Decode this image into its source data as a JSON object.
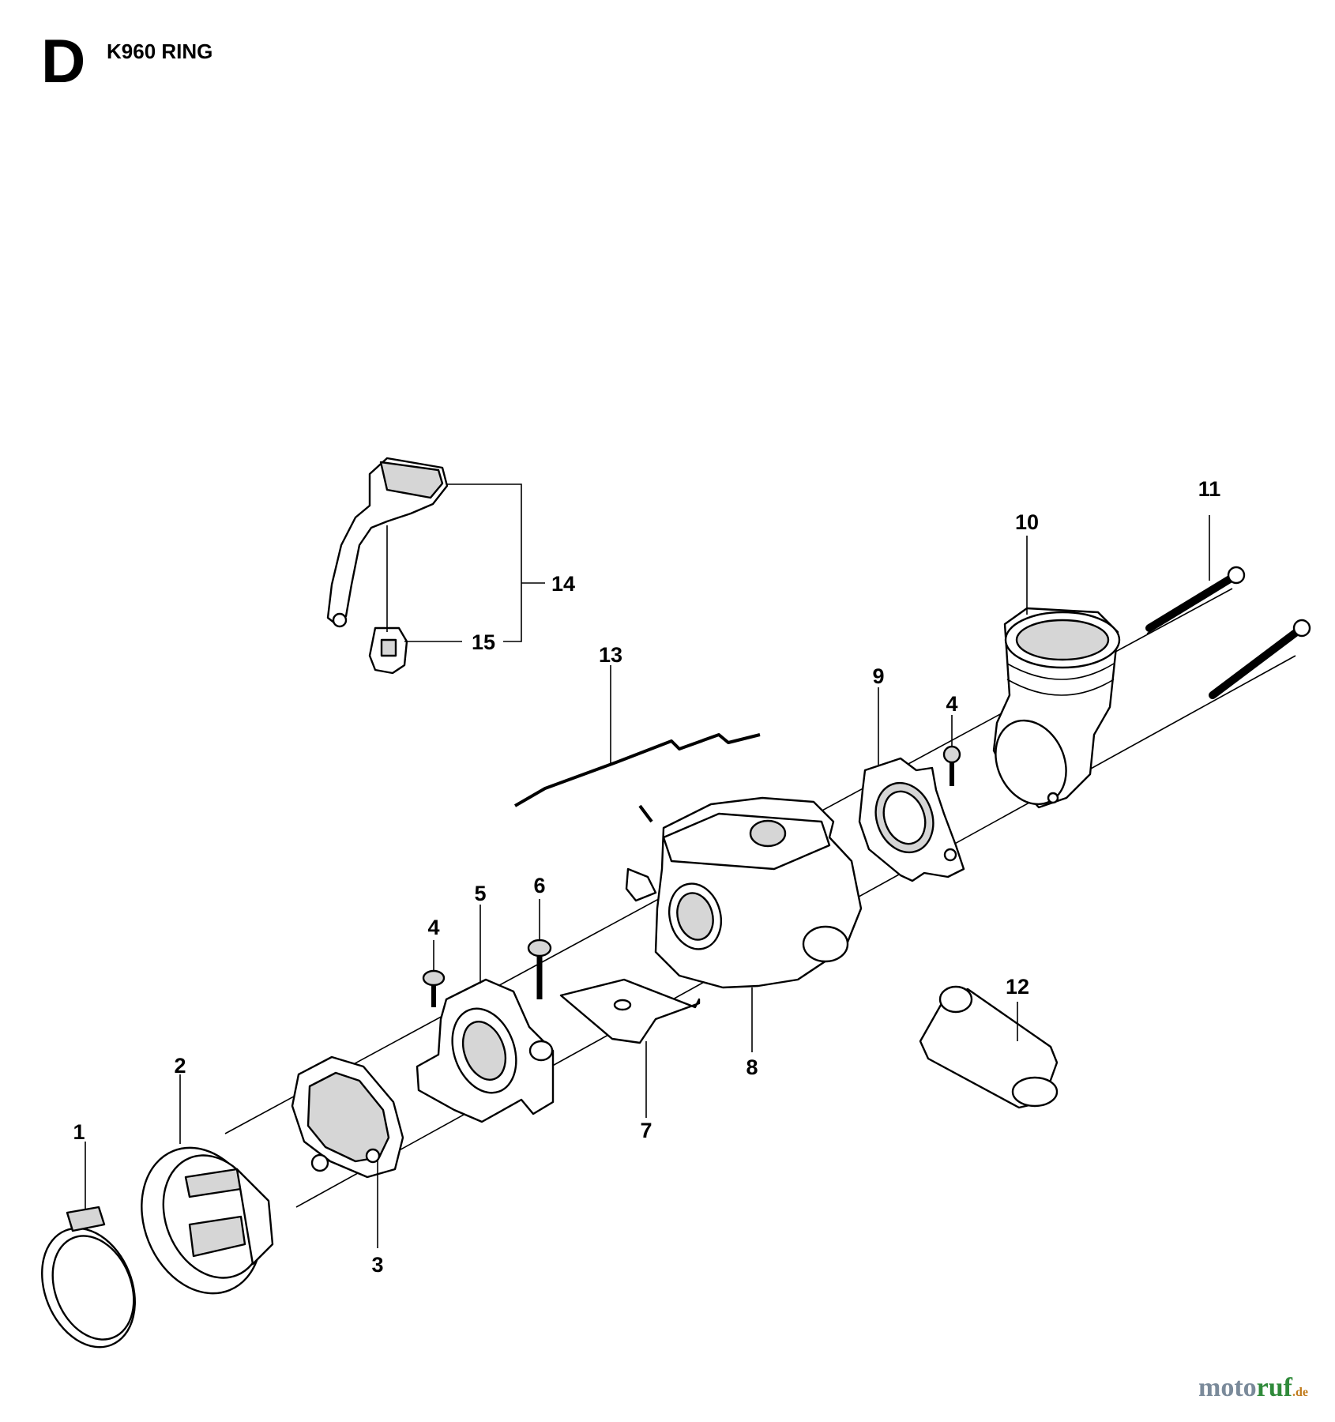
{
  "header": {
    "section_letter": "D",
    "title": "K960 RING"
  },
  "callouts": {
    "c1": "1",
    "c2": "2",
    "c3": "3",
    "c4a": "4",
    "c4b": "4",
    "c5": "5",
    "c6": "6",
    "c7": "7",
    "c8": "8",
    "c9": "9",
    "c10": "10",
    "c11": "11",
    "c12": "12",
    "c13": "13",
    "c14": "14",
    "c15": "15"
  },
  "watermark": {
    "part_a": "moto",
    "part_b": "ruf",
    "part_c": ".de"
  }
}
